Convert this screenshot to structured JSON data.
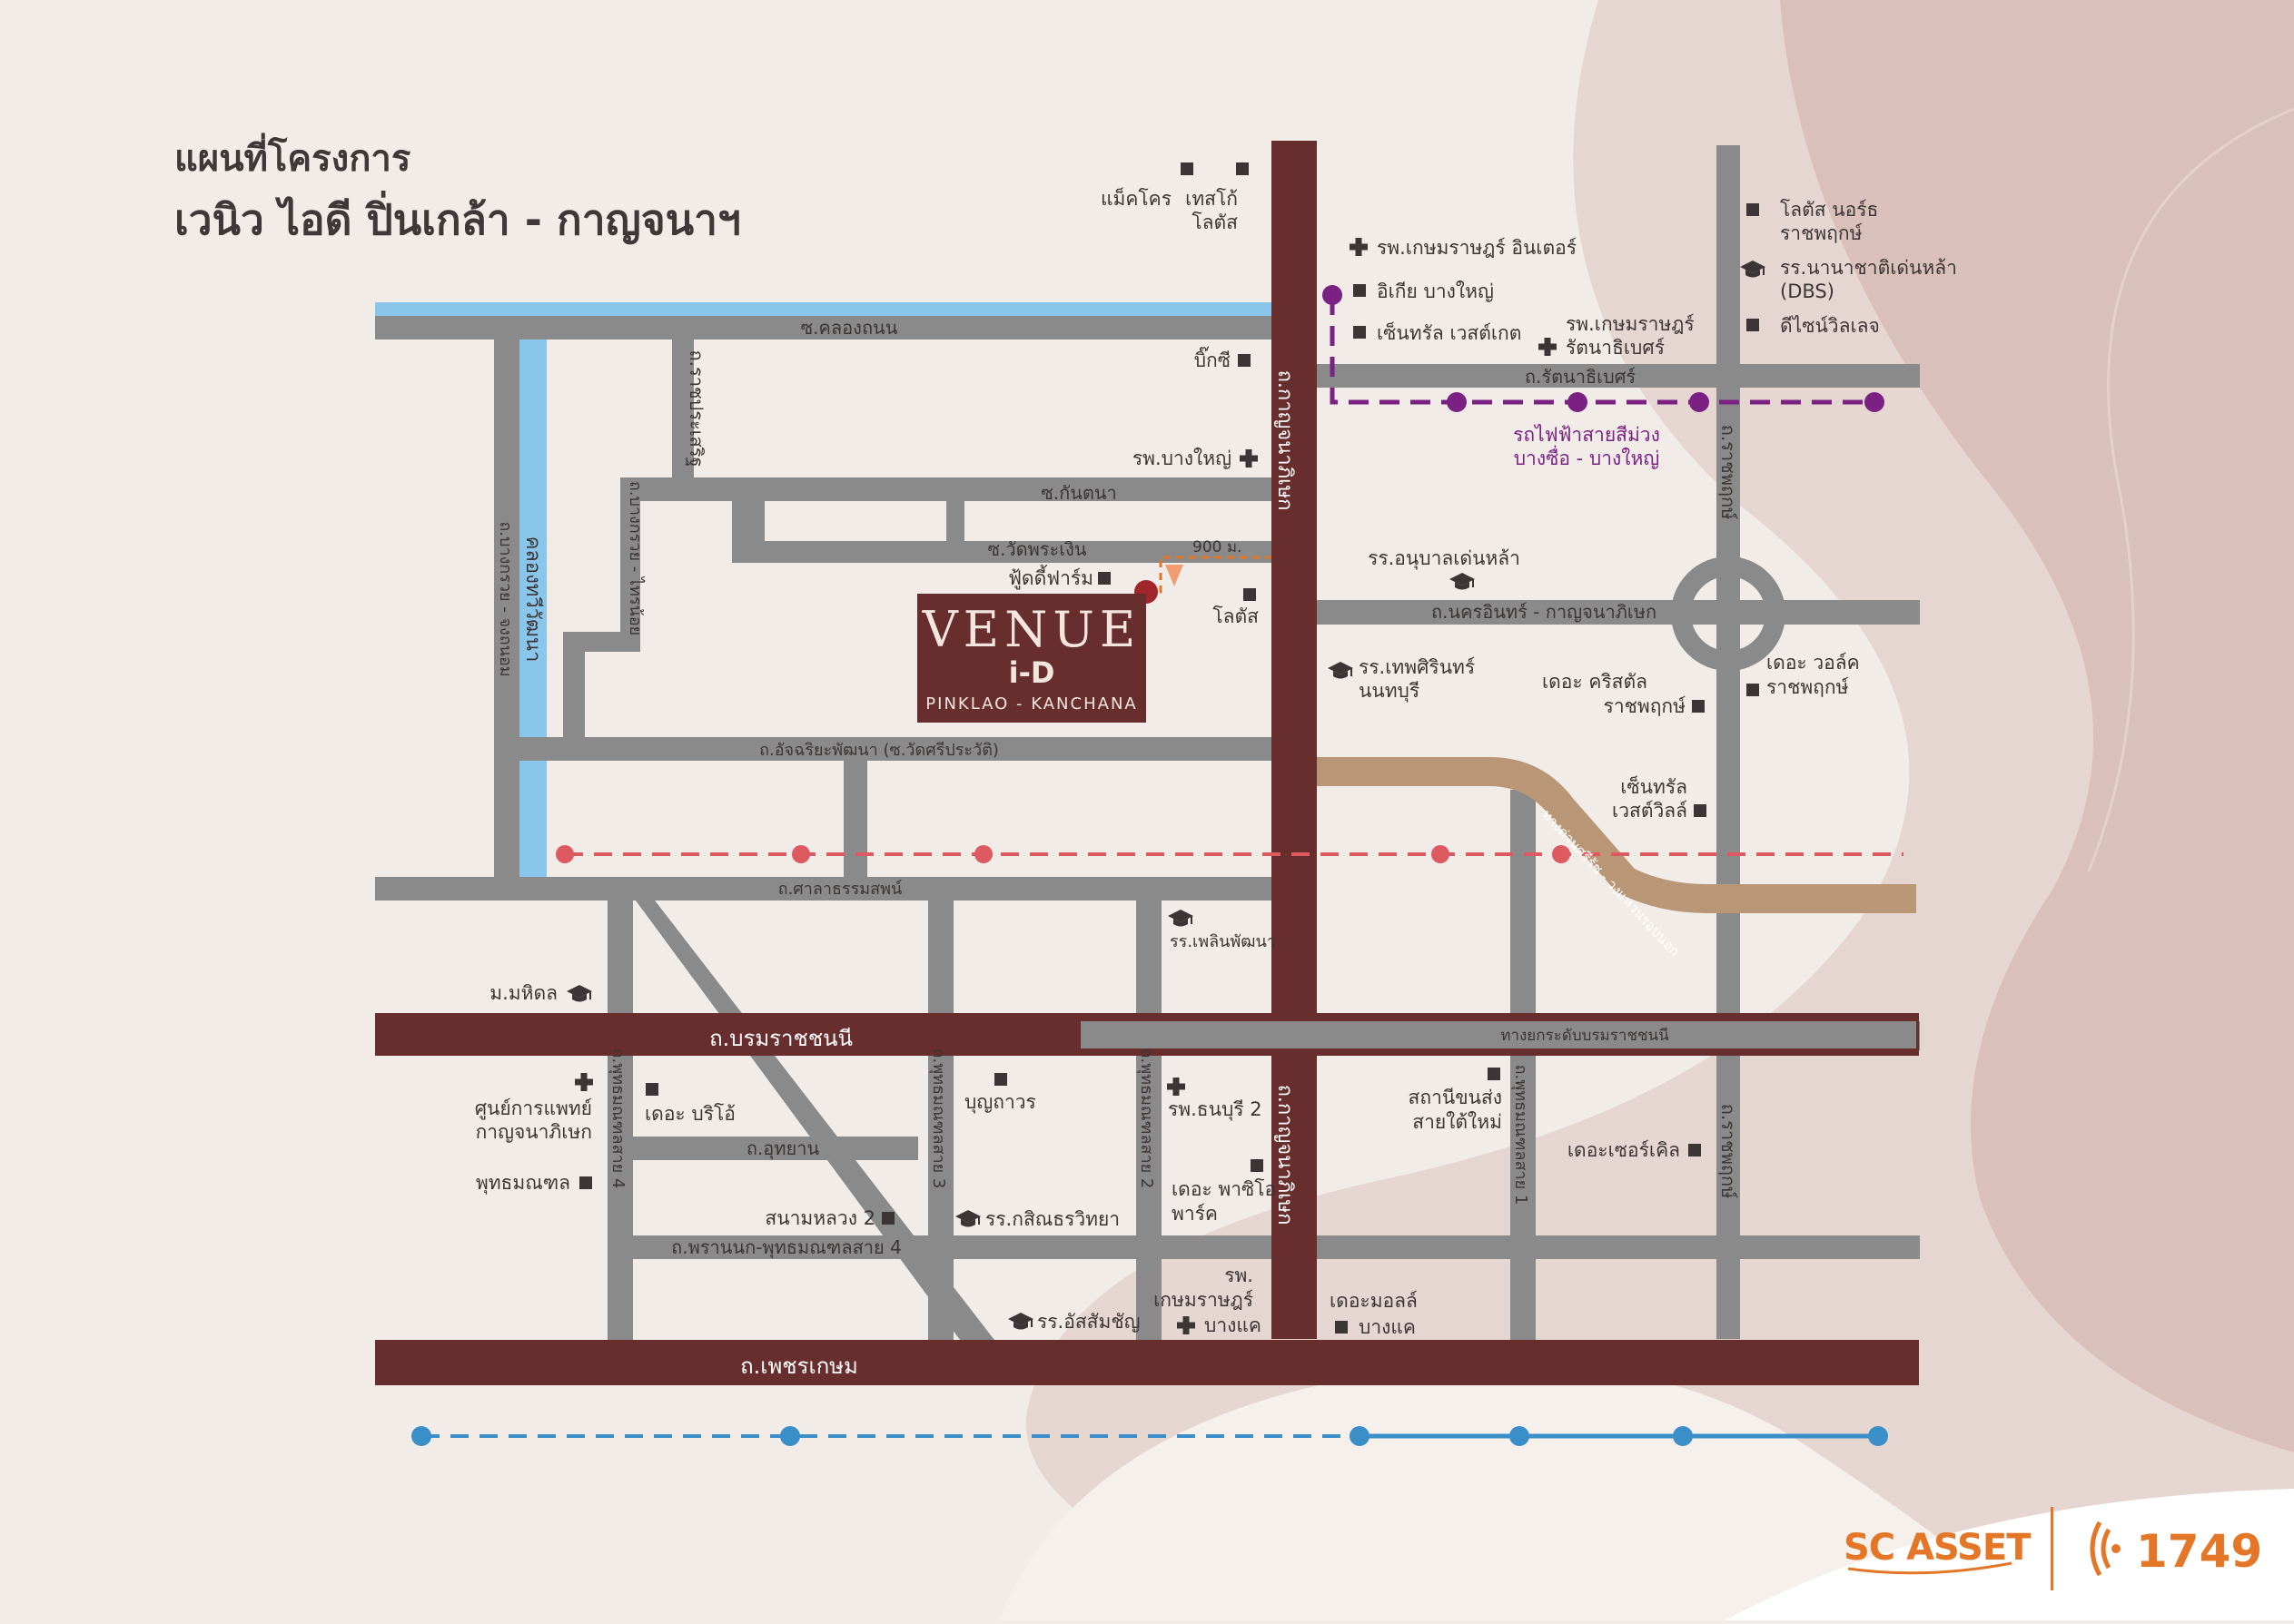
{
  "title": {
    "line1": "แผนที่โครงการ",
    "line2": "เวนิว ไอดี ปิ่นเกล้า - กาญจนาฯ"
  },
  "logo": {
    "brand": "VENUE",
    "sub": "i-D",
    "tagline": "PINKLAO - KANCHANA"
  },
  "distance": "900 ม.",
  "roads": {
    "khlong_thanon": "ซ.คลองถนน",
    "rattanathibet": "ถ.รัตนาธิเบศร์",
    "kanchana_top": "ถ.กาญจนาภิเษก",
    "kanchana_bottom": "ถ.กาญจนาภิเษก",
    "ratchaphruek_top": "ถ.ราชพฤกษ์",
    "ratchaphruek_bottom": "ถ.ราชพฤกษ์",
    "ratchaprasert": "ถ.ราชประเสริฐ",
    "bang_kruai_sai_noi": "ถ.บางกรวย - ไทรน้อย",
    "bang_kruai_jongthanom": "ถ.บางกรวย - จงถนอม",
    "khlong_thawi_watthana": "คลองทวีวัฒนา",
    "soi_kanthana": "ซ.กันตนา",
    "soi_wat_phra_ngoen": "ซ.วัดพระเงิน",
    "nakhon_in": "ถ.นครอินทร์ - กาญจนาภิเษก",
    "atchariya": "ถ.อัจฉริยะพัฒนา (ซ.วัดศรีประวัติ)",
    "sala_tham_sop": "ถ.ศาลาธรรมสพน์",
    "borommaratchachonnani": "ถ.บรมราชชนนี",
    "elevated": "ทางยกระดับบรมราชชนนี",
    "phuttha_4": "ถ.พุทธมณฑลสาย 4",
    "phuttha_3": "ถ.พุทธมณฑลสาย 3",
    "phuttha_2": "ถ.พุทธมณฑลสาย 2",
    "phuttha_1": "ถ.พุทธมณฑลสาย 1",
    "uthayan": "ถ.อุทยาน",
    "phran_nok": "ถ.พรานนก-พุทธมณฑลสาย 4",
    "phetkasem": "ถ.เพชรเกษม",
    "outer_ring": "ทางด่วนศรีรัช - วงแหวนรอบนอก"
  },
  "purple_line": {
    "line1": "รถไฟฟ้าสายสีม่วง",
    "line2": "บางซื่อ - บางใหญ่"
  },
  "places": {
    "makro": "แม็คโคร",
    "tesco_1": "เทสโก้",
    "tesco_2": "โลตัส",
    "kasemrad_inter": "รพ.เกษมราษฎร์ อินเตอร์",
    "ikea": "อิเกีย บางใหญ่",
    "central_westgate": "เซ็นทรัล เวสต์เกต",
    "kasemrad_ratta_1": "รพ.เกษมราษฎร์",
    "kasemrad_ratta_2": "รัตนาธิเบศร์",
    "bigc": "บิ๊กซี",
    "bangyai_hosp": "รพ.บางใหญ่",
    "lotus_north_1": "โลตัส นอร์ธ",
    "lotus_north_2": "ราชพฤกษ์",
    "dbs_1": "รร.นานาชาติเด่นหล้า",
    "dbs_2": "(DBS)",
    "design_village": "ดีไซน์วิลเลจ",
    "anuban": "รร.อนุบาลเด่นหล้า",
    "foodie": "ฟู้ดดี้ฟาร์ม",
    "lotus": "โลตัส",
    "thepsirin_1": "รร.เทพศิรินทร์",
    "thepsirin_2": "นนทบุรี",
    "crystal_1": "เดอะ คริสตัล",
    "crystal_2": "ราชพฤกษ์",
    "walk_1": "เดอะ วอล์ค",
    "walk_2": "ราชพฤกษ์",
    "westville_1": "เซ็นทรัล",
    "westville_2": "เวสต์วิลล์",
    "phelin": "รร.เพลินพัฒนา",
    "mahidol": "ม.มหิดล",
    "medical_1": "ศูนย์การแพทย์",
    "medical_2": "กาญจนาภิเษก",
    "brio": "เดอะ บริโอ้",
    "bunthavorn": "บุญถาวร",
    "thonburi2": "รพ.ธนบุรี 2",
    "terminal_1": "สถานีขนส่ง",
    "terminal_2": "สายใต้ใหม่",
    "circle": "เดอะเซอร์เคิล",
    "phuttha_park": "พุทธมณฑล",
    "sanam_luang2": "สนามหลวง 2",
    "kasintara": "รร.กสิณธรวิทยา",
    "paseo_1": "เดอะ พาซิโอ",
    "paseo_2": "พาร์ค",
    "kasem_bangkhae_1": "รพ.",
    "kasem_bangkhae_2": "เกษมราษฎร์",
    "kasem_bangkhae_3": "บางแค",
    "assumption": "รร.อัสสัมชัญ",
    "the_mall_1": "เดอะมอลล์",
    "the_mall_2": "บางแค"
  },
  "footer": {
    "brand": "SC ASSET",
    "hotline": "1749"
  },
  "colors": {
    "background": "#f1ece7",
    "road_gray": "#8a8a8a",
    "main_road": "#682d2d",
    "canal": "#8ac6ec",
    "purple_line": "#7b2183",
    "red_line": "#dd5a60",
    "blue_line": "#3a8fc9",
    "tollway": "#b89676",
    "accent_orange": "#e47727"
  },
  "icons": [
    "square-marker-icon",
    "hospital-cross-icon",
    "graduation-cap-icon",
    "location-pin-icon",
    "phone-wave-icon"
  ]
}
